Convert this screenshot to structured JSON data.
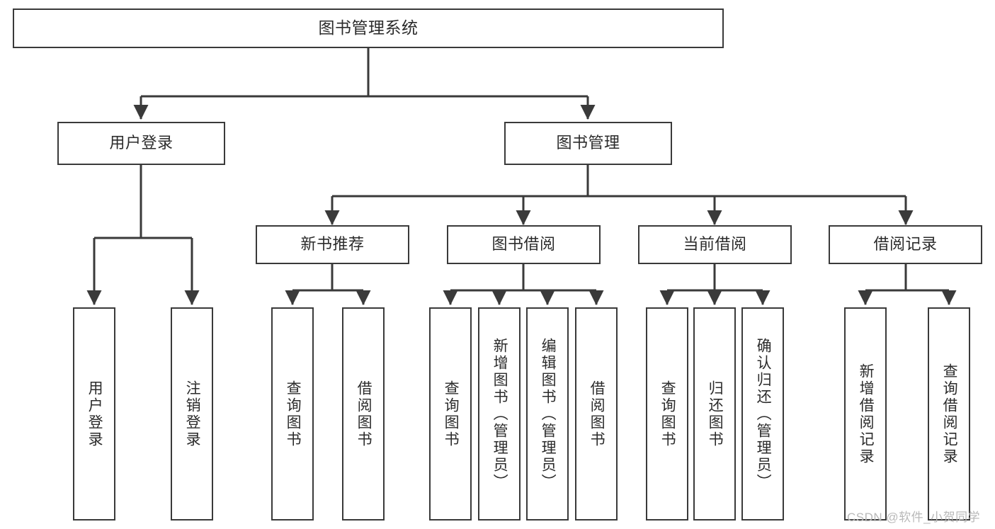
{
  "diagram": {
    "title": "图书管理系统",
    "type": "hierarchy-tree",
    "levels": 3,
    "root": {
      "label": "图书管理系统"
    },
    "level2": [
      {
        "label": "用户登录"
      },
      {
        "label": "图书管理"
      }
    ],
    "level3": [
      {
        "label": "新书推荐",
        "parent": "图书管理"
      },
      {
        "label": "图书借阅",
        "parent": "图书管理"
      },
      {
        "label": "当前借阅",
        "parent": "图书管理"
      },
      {
        "label": "借阅记录",
        "parent": "图书管理"
      }
    ],
    "leaves": [
      {
        "label": "用户登录",
        "parent": "用户登录"
      },
      {
        "label": "注销登录",
        "parent": "用户登录"
      },
      {
        "label": "查询图书",
        "parent": "新书推荐"
      },
      {
        "label": "借阅图书",
        "parent": "新书推荐"
      },
      {
        "label": "查询图书",
        "parent": "图书借阅"
      },
      {
        "label": "新增图书（管理员）",
        "parent": "图书借阅"
      },
      {
        "label": "编辑图书（管理员）",
        "parent": "图书借阅"
      },
      {
        "label": "借阅图书",
        "parent": "图书借阅"
      },
      {
        "label": "查询图书",
        "parent": "当前借阅"
      },
      {
        "label": "归还图书",
        "parent": "当前借阅"
      },
      {
        "label": "确认归还（管理员）",
        "parent": "当前借阅"
      },
      {
        "label": "新增借阅记录",
        "parent": "借阅记录"
      },
      {
        "label": "查询借阅记录",
        "parent": "借阅记录"
      }
    ]
  },
  "watermark": {
    "text": "CSDN @软件_小贺同学"
  },
  "colors": {
    "stroke": "#3a3a3a",
    "background": "#ffffff",
    "text": "#2b2b2b",
    "watermark": "#b9b9b9"
  }
}
